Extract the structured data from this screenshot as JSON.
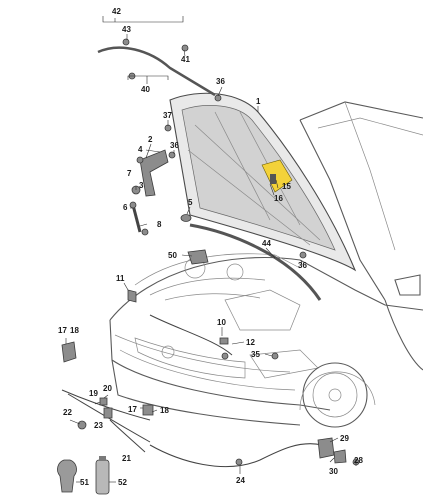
{
  "highlight_color": "#f3d23a",
  "callouts": [
    {
      "id": "1",
      "text": "1"
    },
    {
      "id": "2",
      "text": "2"
    },
    {
      "id": "3",
      "text": "3"
    },
    {
      "id": "4",
      "text": "4"
    },
    {
      "id": "5",
      "text": "5"
    },
    {
      "id": "6",
      "text": "6"
    },
    {
      "id": "7",
      "text": "7"
    },
    {
      "id": "8",
      "text": "8"
    },
    {
      "id": "10",
      "text": "10"
    },
    {
      "id": "11",
      "text": "11"
    },
    {
      "id": "12",
      "text": "12"
    },
    {
      "id": "15",
      "text": "15"
    },
    {
      "id": "16",
      "text": "16"
    },
    {
      "id": "17",
      "text": "17"
    },
    {
      "id": "18a",
      "text": "18"
    },
    {
      "id": "18b",
      "text": "18"
    },
    {
      "id": "19",
      "text": "19"
    },
    {
      "id": "20",
      "text": "20"
    },
    {
      "id": "21",
      "text": "21"
    },
    {
      "id": "22",
      "text": "22"
    },
    {
      "id": "23",
      "text": "23"
    },
    {
      "id": "24",
      "text": "24"
    },
    {
      "id": "28",
      "text": "28"
    },
    {
      "id": "29",
      "text": "29"
    },
    {
      "id": "30",
      "text": "30"
    },
    {
      "id": "35",
      "text": "35"
    },
    {
      "id": "36a",
      "text": "36"
    },
    {
      "id": "36b",
      "text": "36"
    },
    {
      "id": "36c",
      "text": "36"
    },
    {
      "id": "37",
      "text": "37"
    },
    {
      "id": "40",
      "text": "40"
    },
    {
      "id": "41",
      "text": "41"
    },
    {
      "id": "42",
      "text": "42"
    },
    {
      "id": "43",
      "text": "43"
    },
    {
      "id": "44",
      "text": "44"
    },
    {
      "id": "50",
      "text": "50"
    },
    {
      "id": "51",
      "text": "51"
    },
    {
      "id": "52",
      "text": "52"
    }
  ]
}
